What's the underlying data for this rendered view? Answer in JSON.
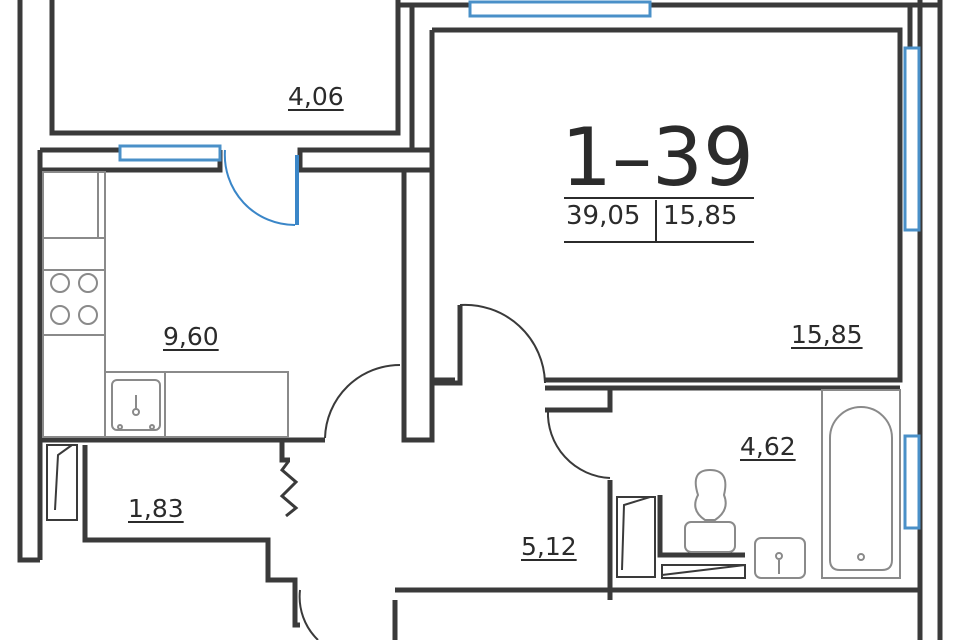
{
  "apartment": {
    "number": "1–39",
    "total_area": "39,05",
    "living_area": "15,85"
  },
  "rooms": {
    "storage_top": "4,06",
    "kitchen": "9,60",
    "living_room": "15,85",
    "bathroom": "4,62",
    "closet": "1,83",
    "hall": "5,12"
  },
  "colors": {
    "wall": "#3a3a3a",
    "window": "#4a90c8",
    "door_swing_blue": "#3a86c8",
    "fixture": "#8a8a8a"
  }
}
